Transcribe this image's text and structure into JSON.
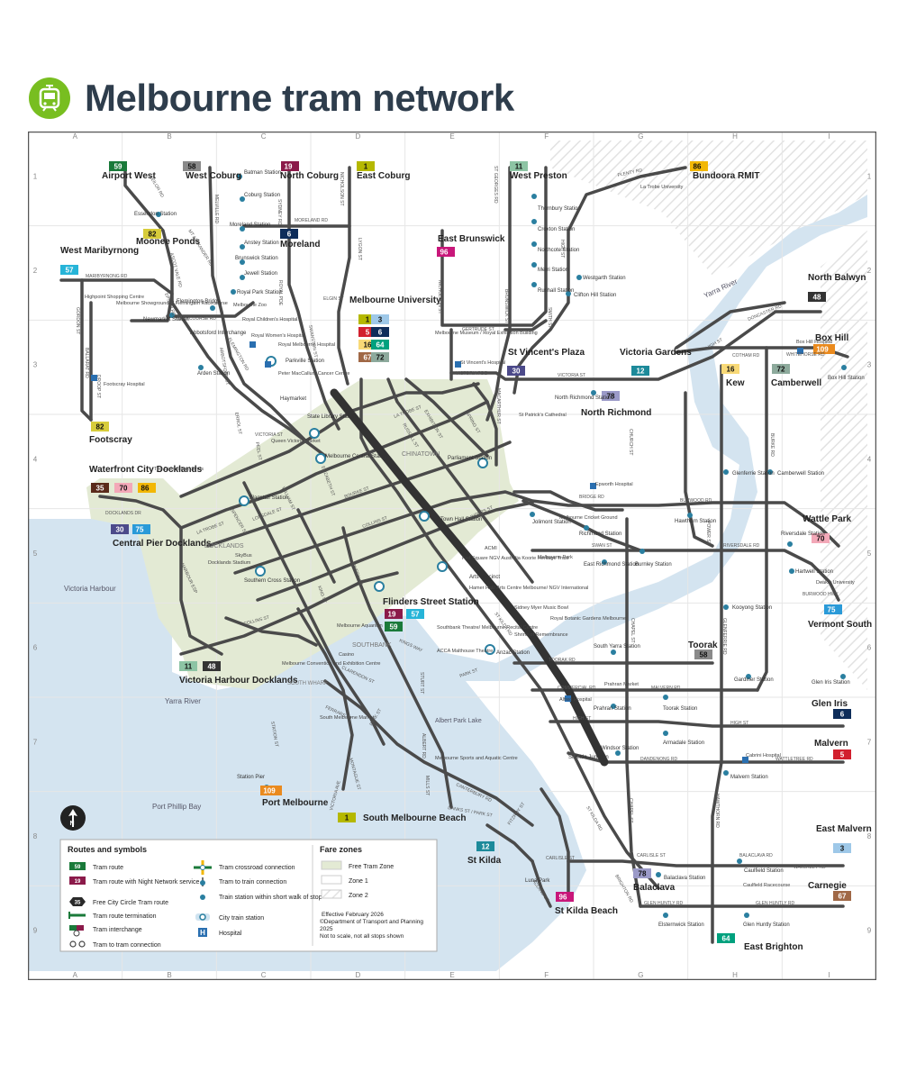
{
  "header": {
    "title": "Melbourne tram network"
  },
  "grid": {
    "columns": [
      "A",
      "B",
      "C",
      "D",
      "E",
      "F",
      "G",
      "H",
      "I"
    ],
    "rows": [
      "1",
      "2",
      "3",
      "4",
      "5",
      "6",
      "7",
      "8",
      "9"
    ]
  },
  "colors": {
    "brand_green": "#78be20",
    "line": "#4a4a4a",
    "free_zone": "#e3ead4",
    "water": "#d4e4f0",
    "zone2_hatch": "#e6e6e6",
    "title_text": "#2e3d4c"
  },
  "route_badges": {
    "r59": {
      "num": "59",
      "color": "#1a7a3a"
    },
    "r58": {
      "num": "58",
      "color": "#8a8a8a"
    },
    "r19": {
      "num": "19",
      "color": "#8b1a4a"
    },
    "r1": {
      "num": "1",
      "color": "#b5b800"
    },
    "r11": {
      "num": "11",
      "color": "#8dc4a4"
    },
    "r86": {
      "num": "86",
      "color": "#f2b705"
    },
    "r82": {
      "num": "82",
      "color": "#d7cc3a"
    },
    "r6": {
      "num": "6",
      "color": "#0e2d5a"
    },
    "r57": {
      "num": "57",
      "color": "#26b4d8"
    },
    "r96": {
      "num": "96",
      "color": "#c8177a"
    },
    "r3": {
      "num": "3",
      "color": "#9ec8e8"
    },
    "r5": {
      "num": "5",
      "color": "#d2202e"
    },
    "r16": {
      "num": "16",
      "color": "#f8d977"
    },
    "r64": {
      "num": "64",
      "color": "#00a17e"
    },
    "r67": {
      "num": "67",
      "color": "#a06846"
    },
    "r72": {
      "num": "72",
      "color": "#8daa9c"
    },
    "r30": {
      "num": "30",
      "color": "#4c4a8a"
    },
    "r12": {
      "num": "12",
      "color": "#1d8a9a"
    },
    "r78": {
      "num": "78",
      "color": "#9b9ac8"
    },
    "r48": {
      "num": "48",
      "color": "#333333"
    },
    "r109": {
      "num": "109",
      "color": "#ea8a1e"
    },
    "r35": {
      "num": "35",
      "color": "#5a2a1a"
    },
    "r70": {
      "num": "70",
      "color": "#f3a8b8"
    },
    "r75": {
      "num": "75",
      "color": "#2a9ad8"
    }
  },
  "terminus": {
    "airport_west": "Airport West",
    "west_coburg": "West Coburg",
    "north_coburg": "North Coburg",
    "east_coburg": "East Coburg",
    "west_preston": "West Preston",
    "bundoora_rmit": "Bundoora RMIT",
    "moonee_ponds": "Moonee Ponds",
    "moreland": "Moreland",
    "west_maribyrnong": "West Maribyrnong",
    "east_brunswick": "East Brunswick",
    "north_balwyn": "North Balwyn",
    "melbourne_university": "Melbourne University",
    "st_vincents_plaza": "St Vincent's Plaza",
    "victoria_gardens": "Victoria Gardens",
    "box_hill": "Box Hill",
    "kew": "Kew",
    "camberwell": "Camberwell",
    "footscray": "Footscray",
    "north_richmond": "North Richmond",
    "waterfront_city_docklands": "Waterfront City Docklands",
    "wattle_park": "Wattle Park",
    "central_pier_docklands": "Central Pier Docklands",
    "flinders_street_station": "Flinders Street Station",
    "vermont_south": "Vermont South",
    "toorak": "Toorak",
    "victoria_harbour_docklands": "Victoria Harbour Docklands",
    "glen_iris": "Glen Iris",
    "port_melbourne": "Port Melbourne",
    "south_melbourne_beach": "South Melbourne Beach",
    "malvern": "Malvern",
    "east_malvern": "East Malvern",
    "st_kilda": "St Kilda",
    "balaclava": "Balaclava",
    "carnegie": "Carnegie",
    "st_kilda_beach": "St Kilda Beach",
    "east_brighton": "East Brighton"
  },
  "stations": {
    "essendon": "Essendon Station",
    "batman": "Batman Station",
    "coburg": "Coburg Station",
    "moreland_st": "Moreland Station",
    "anstey": "Anstey Station",
    "brunswick": "Brunswick Station",
    "jewell": "Jewell Station",
    "royal_park": "Royal Park Station",
    "flemington_bridge": "Flemington Bridge",
    "newmarket": "Newmarket Station",
    "abbotsford_interchange": "Abbotsford Interchange",
    "arden": "Arden Station",
    "parkville": "Parkville Station",
    "haymarket": "Haymarket",
    "state_library": "State Library Station",
    "melbourne_central": "Melbourne Central Station",
    "parliament": "Parliament Station",
    "flagstaff": "Flagstaff Station",
    "southern_cross": "Southern Cross Station",
    "town_hall": "Town Hall Station",
    "arts_precinct": "Arts Precinct",
    "anzac": "Anzac Station",
    "thornbury": "Thornbury Station",
    "croxton": "Croxton Station",
    "northcote": "Northcote Station",
    "merri": "Merri Station",
    "rushall": "Rushall Station",
    "westgarth": "Westgarth Station",
    "clifton_hill": "Clifton Hill Station",
    "north_richmond_st": "North Richmond Station",
    "jolimont": "Jolimont Station",
    "richmond": "Richmond Station",
    "east_richmond": "East Richmond Station",
    "burnley": "Burnley Station",
    "hawthorn": "Hawthorn Station",
    "glenferrie": "Glenferrie Station",
    "camberwell_st": "Camberwell Station",
    "riversdale": "Riversdale Station",
    "hartwell": "Hartwell Station",
    "kooyong": "Kooyong Station",
    "south_yarra": "South Yarra Station",
    "prahran": "Prahran Station",
    "toorak_st": "Toorak Station",
    "armadale": "Armadale Station",
    "windsor": "Windsor Station",
    "malvern_st": "Malvern Station",
    "gardiner": "Gardiner Station",
    "glen_iris_st": "Glen Iris Station",
    "box_hill_st": "Box Hill Station",
    "st_kilda_junction": "St Kilda Junction",
    "balaclava_st": "Balaclava Station",
    "caulfield": "Caulfield Station",
    "elsternwick": "Elsternwick Station",
    "glen_huntly": "Glen Huntly Station",
    "station_pier": "Station Pier",
    "luna_park": "Luna Park"
  },
  "poi": {
    "la_trobe_uni": "La Trobe University",
    "highpoint": "Highpoint Shopping Centre",
    "showgrounds": "Melbourne Showgrounds / Flemington Racecourse",
    "melbourne_zoo": "Melbourne Zoo",
    "royal_childrens": "Royal Children's Hospital",
    "royal_womens": "Royal Women's Hospital",
    "royal_melbourne": "Royal Melbourne Hospital",
    "peter_mac": "Peter MacCallum Cancer Centre",
    "footscray_hospital": "Footscray Hospital",
    "district_docklands": "The District Docklands",
    "queen_vic_market": "Queen Victoria Market",
    "melbourne_museum": "Melbourne Museum / Royal Exhibition Building",
    "st_vincents_hospital": "St Vincent's Hospital",
    "st_patricks": "St Patrick's Cathedral",
    "epworth": "Epworth Hospital",
    "mcg": "Melbourne Cricket Ground",
    "melbourne_park": "Melbourne Park",
    "box_hill_hospital": "Box Hill Hospital",
    "deakin": "Deakin University",
    "docklands_stadium": "Docklands Stadium",
    "skybus": "SkyBus",
    "acmi": "ACMI",
    "fed_square": "Fed Square NGV Australia Koorie Heritage Trust",
    "hamer_hall": "Hamer Hall/ Arts Centre Melbourne/ NGV International",
    "sidney_myer": "Sidney Myer Music Bowl",
    "botanic_gardens": "Royal Botanic Gardens Melbourne",
    "shrine": "Shrine of Remembrance",
    "southbank_theatre": "Southbank Theatre/ Melbourne Recital Centre",
    "acca": "ACCA Malthouse Theatre",
    "melbourne_aquarium": "Melbourne Aquarium",
    "casino": "Casino",
    "mcec": "Melbourne Convention and Exhibition Centre",
    "south_melbourne_market": "South Melbourne Market",
    "msac": "Melbourne Sports and Aquatic Centre",
    "alfred": "Alfred Hospital",
    "prahran_market": "Prahran Market",
    "cabrini": "Cabrini Hospital",
    "caulfield_racecourse": "Caulfield Racecourse"
  },
  "areas": {
    "chinatown": "CHINATOWN",
    "docklands": "DOCKLANDS",
    "southbank": "SOUTHBANK",
    "south_wharf": "SOUTH WHARF",
    "victoria_harbour": "Victoria Harbour",
    "yarra_river": "Yarra River",
    "yarra_river_2": "Yarra River",
    "port_phillip_bay": "Port Phillip Bay",
    "albert_park_lake": "Albert Park Lake"
  },
  "streets": {
    "keilor_rd": "KEILOR RD",
    "melville_rd": "MELVILLE RD",
    "sydney_rd": "SYDNEY RD",
    "nicholson_st": "NICHOLSON ST",
    "moreland_rd": "MORELAND RD",
    "plenty_rd": "PLENTY RD",
    "st_georges_rd": "ST GEORGES RD",
    "high_st": "HIGH ST",
    "maribyrnong_rd": "MARIBYRNONG RD",
    "ascot_vale_rd": "ASCOT VALE RD",
    "mt_alexander_rd": "MT ALEXANDER RD",
    "racecourse_rd": "RACECOURSE RD",
    "epsom_rd": "EPSOM RD",
    "gordon_st": "GORDON ST",
    "ballarat_rd": "BALLARAT RD",
    "droop_st": "DROOP ST",
    "flemington_rd": "FLEMINGTON RD",
    "abbotsford_st": "ABBOTSFORD ST",
    "royal_pde": "ROYAL PDE",
    "elgin_st": "ELGIN ST",
    "lygon_st": "LYGON ST",
    "swanston_st": "SWANSTON ST",
    "gertrude_st": "GERTRUDE ST",
    "brunswick_st": "BRUNSWICK ST",
    "smith_st": "SMITH ST",
    "doncaster_rd": "DONCASTER RD",
    "high_st_kew": "HIGH ST",
    "cotham_rd": "COTHAM RD",
    "whitehorse_rd": "WHITEHORSE RD",
    "victoria_pde": "VICTORIA PDE",
    "victoria_st": "VICTORIA ST",
    "macarthur_st": "MACARTHUR ST",
    "la_trobe_st": "LA TROBE ST",
    "errol_st": "ERROL ST",
    "peel_st": "PEEL ST",
    "victoria_st_2": "VICTORIA ST",
    "elizabeth_st": "ELIZABETH ST",
    "russell_st": "RUSSELL ST",
    "exhibition_st": "EXHIBITION ST",
    "spring_st": "SPRING ST",
    "bourke_st": "BOURKE ST",
    "collins_st": "COLLINS ST",
    "flinders_st": "FLINDERS ST",
    "church_st": "CHURCH ST",
    "burke_rd": "BURKE RD",
    "bridge_rd": "BRIDGE RD",
    "burwood_rd": "BURWOOD RD",
    "swan_st": "SWAN ST",
    "riversdale_rd": "RIVERSDALE RD",
    "power_st": "POWER ST",
    "burwood_hwy": "BURWOOD HWY",
    "docklands_dr": "DOCKLANDS DR",
    "la_trobe_st_2": "LA TROBE ST",
    "spencer_st": "SPENCER ST",
    "william_st": "WILLIAM ST",
    "lonsdale_st": "LONSDALE ST",
    "harbour_esp": "HARBOUR ESP",
    "collins_st_2": "COLLINS ST",
    "king_st": "KING ST",
    "queen_st": "QUEEN ST",
    "kings_way": "KINGS WAY",
    "st_kilda_rd": "ST KILDA RD",
    "chapel_st": "CHAPEL ST",
    "glenferrie_rd": "GLENFERRIE RD",
    "toorak_rd": "TOORAK RD",
    "commercial_rd": "COMMERCIAL RD",
    "malvern_rd": "MALVERN RD",
    "high_st_2": "HIGH ST",
    "high_st_3": "HIGH ST",
    "dandenong_rd": "DANDENONG RD",
    "wattletree_rd": "WATTLETREE RD",
    "clarendon_st": "CLARENDON ST",
    "park_st": "PARK ST",
    "park_st_2": "PARK ST",
    "ferrars_st": "FERRARS ST",
    "sturt_st": "STURT ST",
    "station_st": "STATION ST",
    "albert_rd": "ALBERT RD",
    "montague_st": "MONTAGUE ST",
    "victoria_ave": "VICTORIA AVE",
    "canterbury_rd": "CANTERBURY RD",
    "danks_st": "DANKS ST / PARK ST",
    "mills_st": "MILLS ST",
    "fitzroy_st": "FITZROY ST",
    "acland_st": "ACLAND ST",
    "st_kilda_rd_2": "ST KILDA RD",
    "hawthorn_rd": "HAWTHORN RD",
    "carlisle_st": "CARLISLE ST",
    "carlisle_st_2": "CARLISLE ST",
    "balaclava_rd": "BALACLAVA RD",
    "waverley_rd": "WAVERLEY RD",
    "brighton_rd": "BRIGHTON RD",
    "glen_huntly_rd": "GLEN HUNTLY RD",
    "glen_huntly_rd_2": "GLEN HUNTLY RD",
    "chapel_st_2": "CHAPEL ST"
  },
  "legend": {
    "routes_title": "Routes and symbols",
    "tram_route": "Tram route",
    "night_network": "Tram route with Night Network service",
    "free_city_circle": "Free City Circle Tram route",
    "termination": "Tram route termination",
    "interchange": "Tram interchange",
    "tram_to_tram": "Tram to tram connection",
    "crossroad": "Tram crossroad connection",
    "tram_to_train": "Tram to train connection",
    "walk_stop": "Train station within short walk of stop",
    "city_train": "City train station",
    "hospital": "Hospital",
    "fare_title": "Fare zones",
    "free_tram_zone": "Free Tram Zone",
    "zone1": "Zone 1",
    "zone2": "Zone 2",
    "effective": "Effective February 2026",
    "copyright": "©Department of Transport and Planning 2025",
    "not_to_scale": "Not to scale, not all stops shown",
    "ex_59": "59",
    "ex_19": "19",
    "ex_35": "35"
  }
}
